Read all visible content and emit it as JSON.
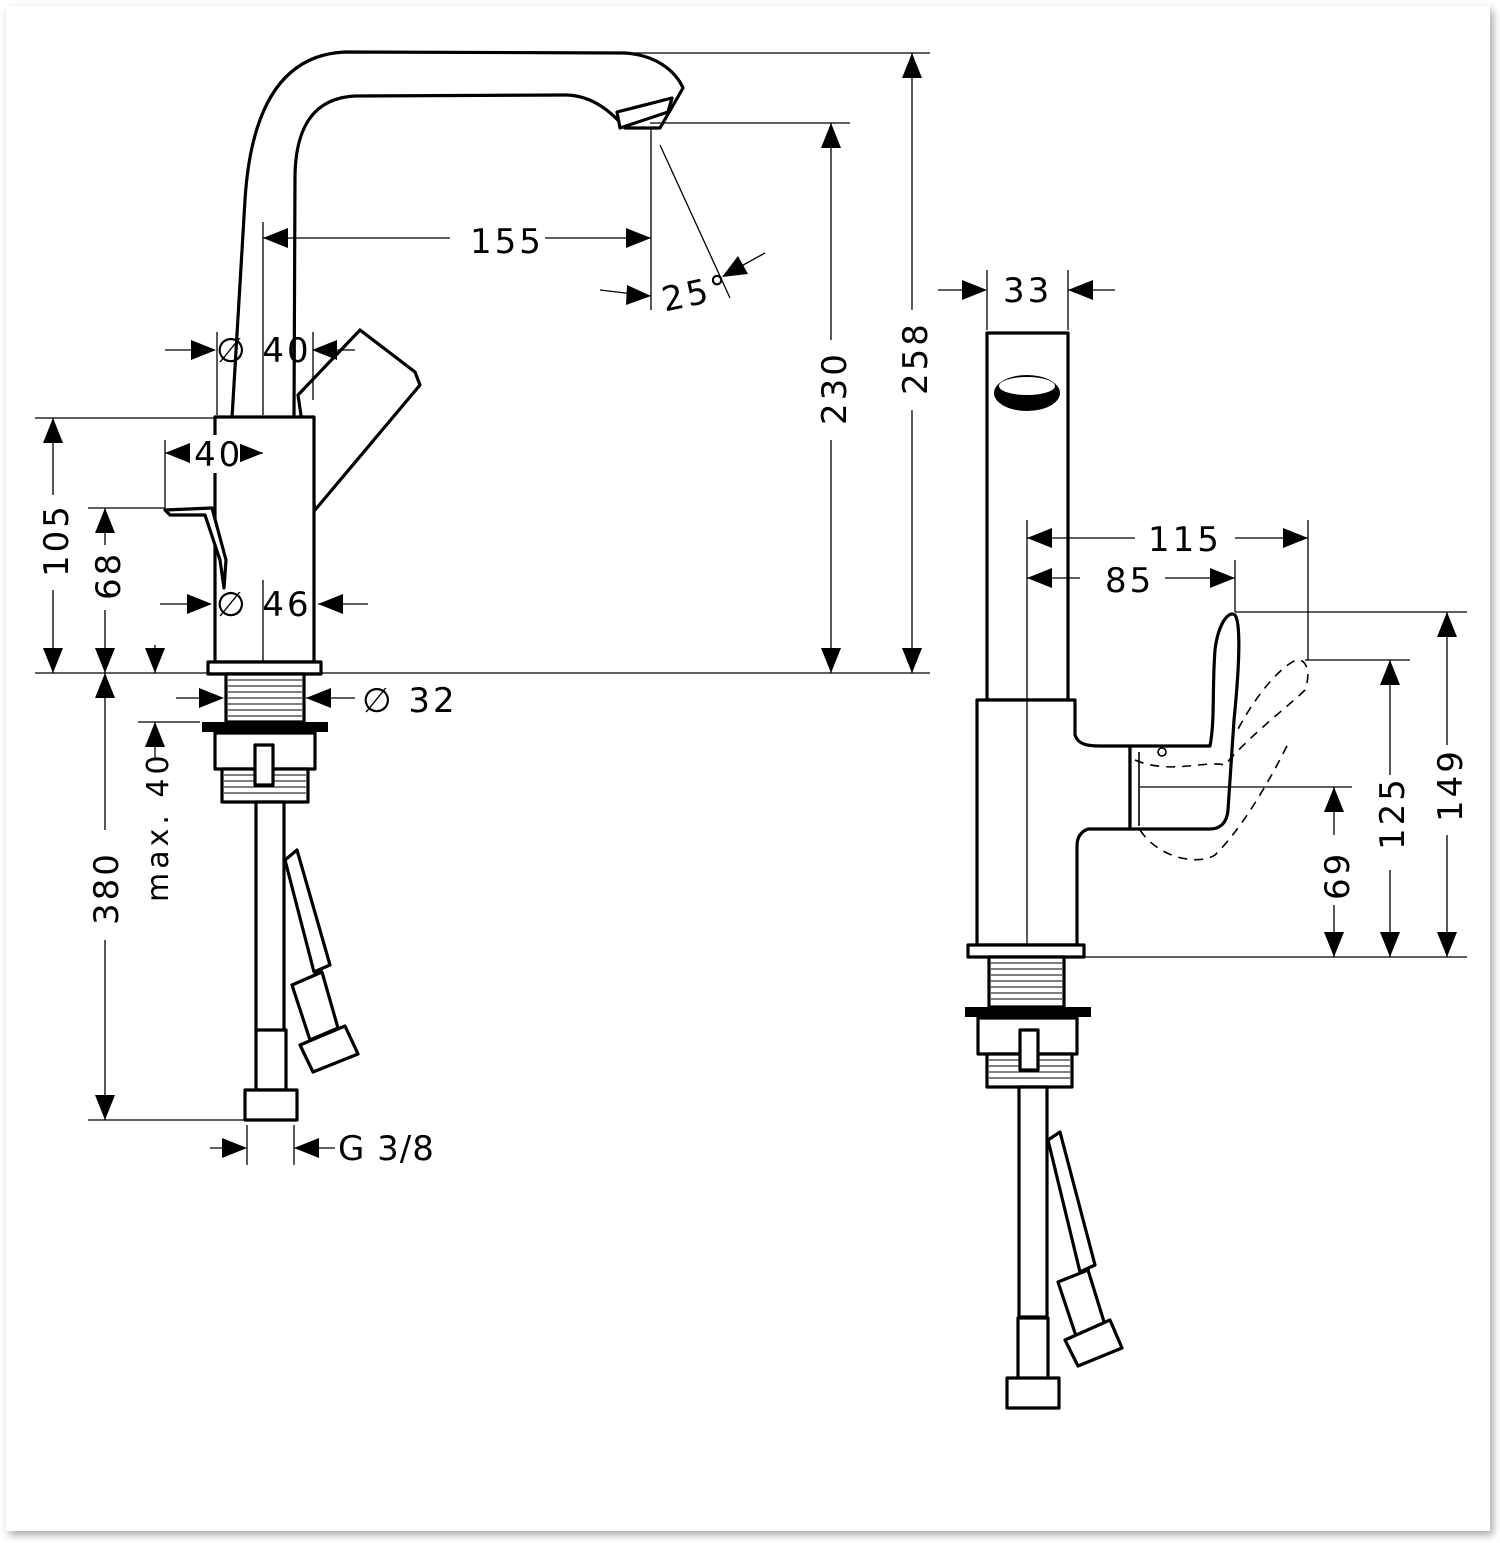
{
  "diagram": {
    "front_view": {
      "dim_spout_reach": "155",
      "dim_spout_angle": "25°",
      "dim_spout_diameter": "∅ 40",
      "dim_lever_offset": "40",
      "dim_body_height": "105",
      "dim_lever_height": "68",
      "dim_body_diameter": "∅ 46",
      "dim_shank_diameter": "∅ 32",
      "dim_max_deck": "max. 40",
      "dim_hose_length": "380",
      "dim_connection": "G 3/8",
      "dim_outlet_height": "230",
      "dim_total_height": "258"
    },
    "side_view": {
      "dim_spout_width": "33",
      "dim_lever_reach_full": "115",
      "dim_lever_reach": "85",
      "dim_lever_top": "149",
      "dim_lever_open": "125",
      "dim_lever_base": "69"
    }
  }
}
